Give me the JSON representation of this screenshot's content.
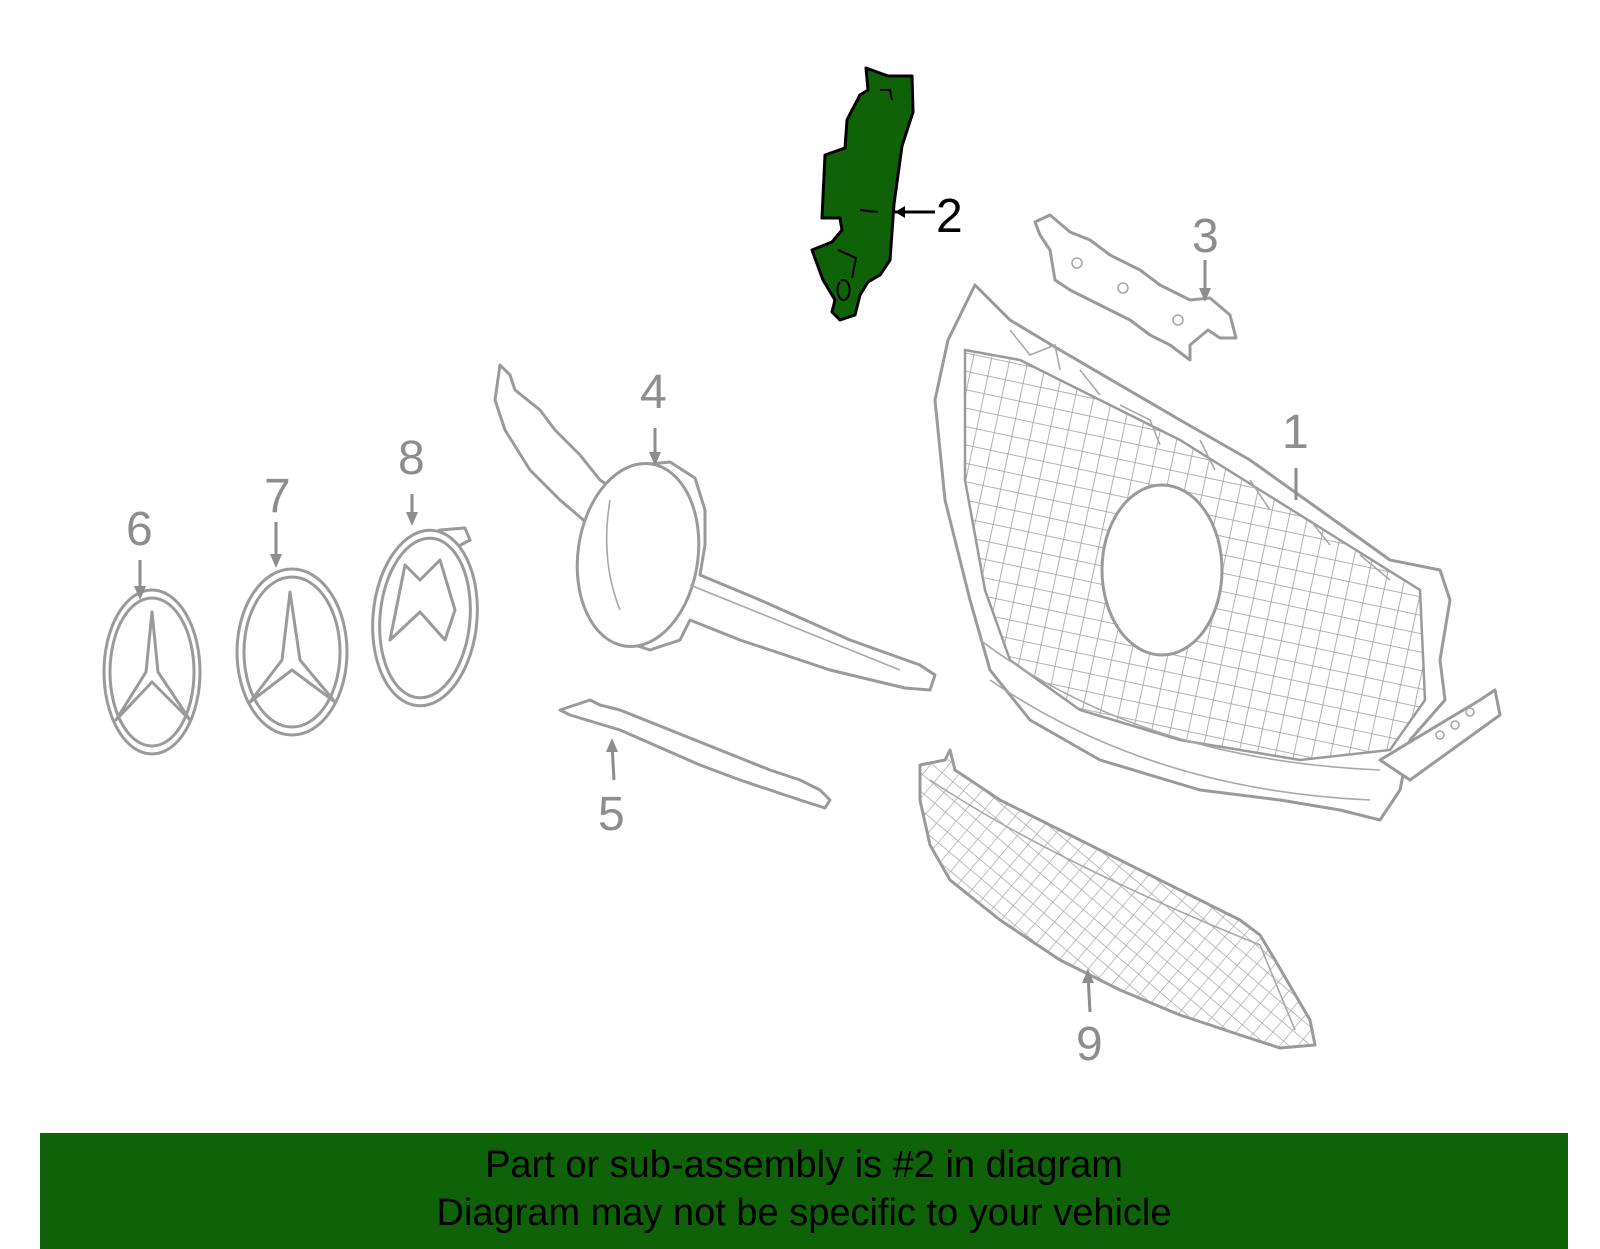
{
  "diagram": {
    "callouts": [
      {
        "id": "1",
        "label": "1"
      },
      {
        "id": "2",
        "label": "2",
        "highlighted": true
      },
      {
        "id": "3",
        "label": "3"
      },
      {
        "id": "4",
        "label": "4"
      },
      {
        "id": "5",
        "label": "5"
      },
      {
        "id": "6",
        "label": "6"
      },
      {
        "id": "7",
        "label": "7"
      },
      {
        "id": "8",
        "label": "8"
      },
      {
        "id": "9",
        "label": "9"
      }
    ],
    "highlight_color": "#0f6208",
    "part_color": "#9a9a9a"
  },
  "footer": {
    "line1": "Part or sub-assembly is #2 in diagram",
    "line2": "Diagram may not be specific to your vehicle",
    "background": "#0f6208"
  }
}
